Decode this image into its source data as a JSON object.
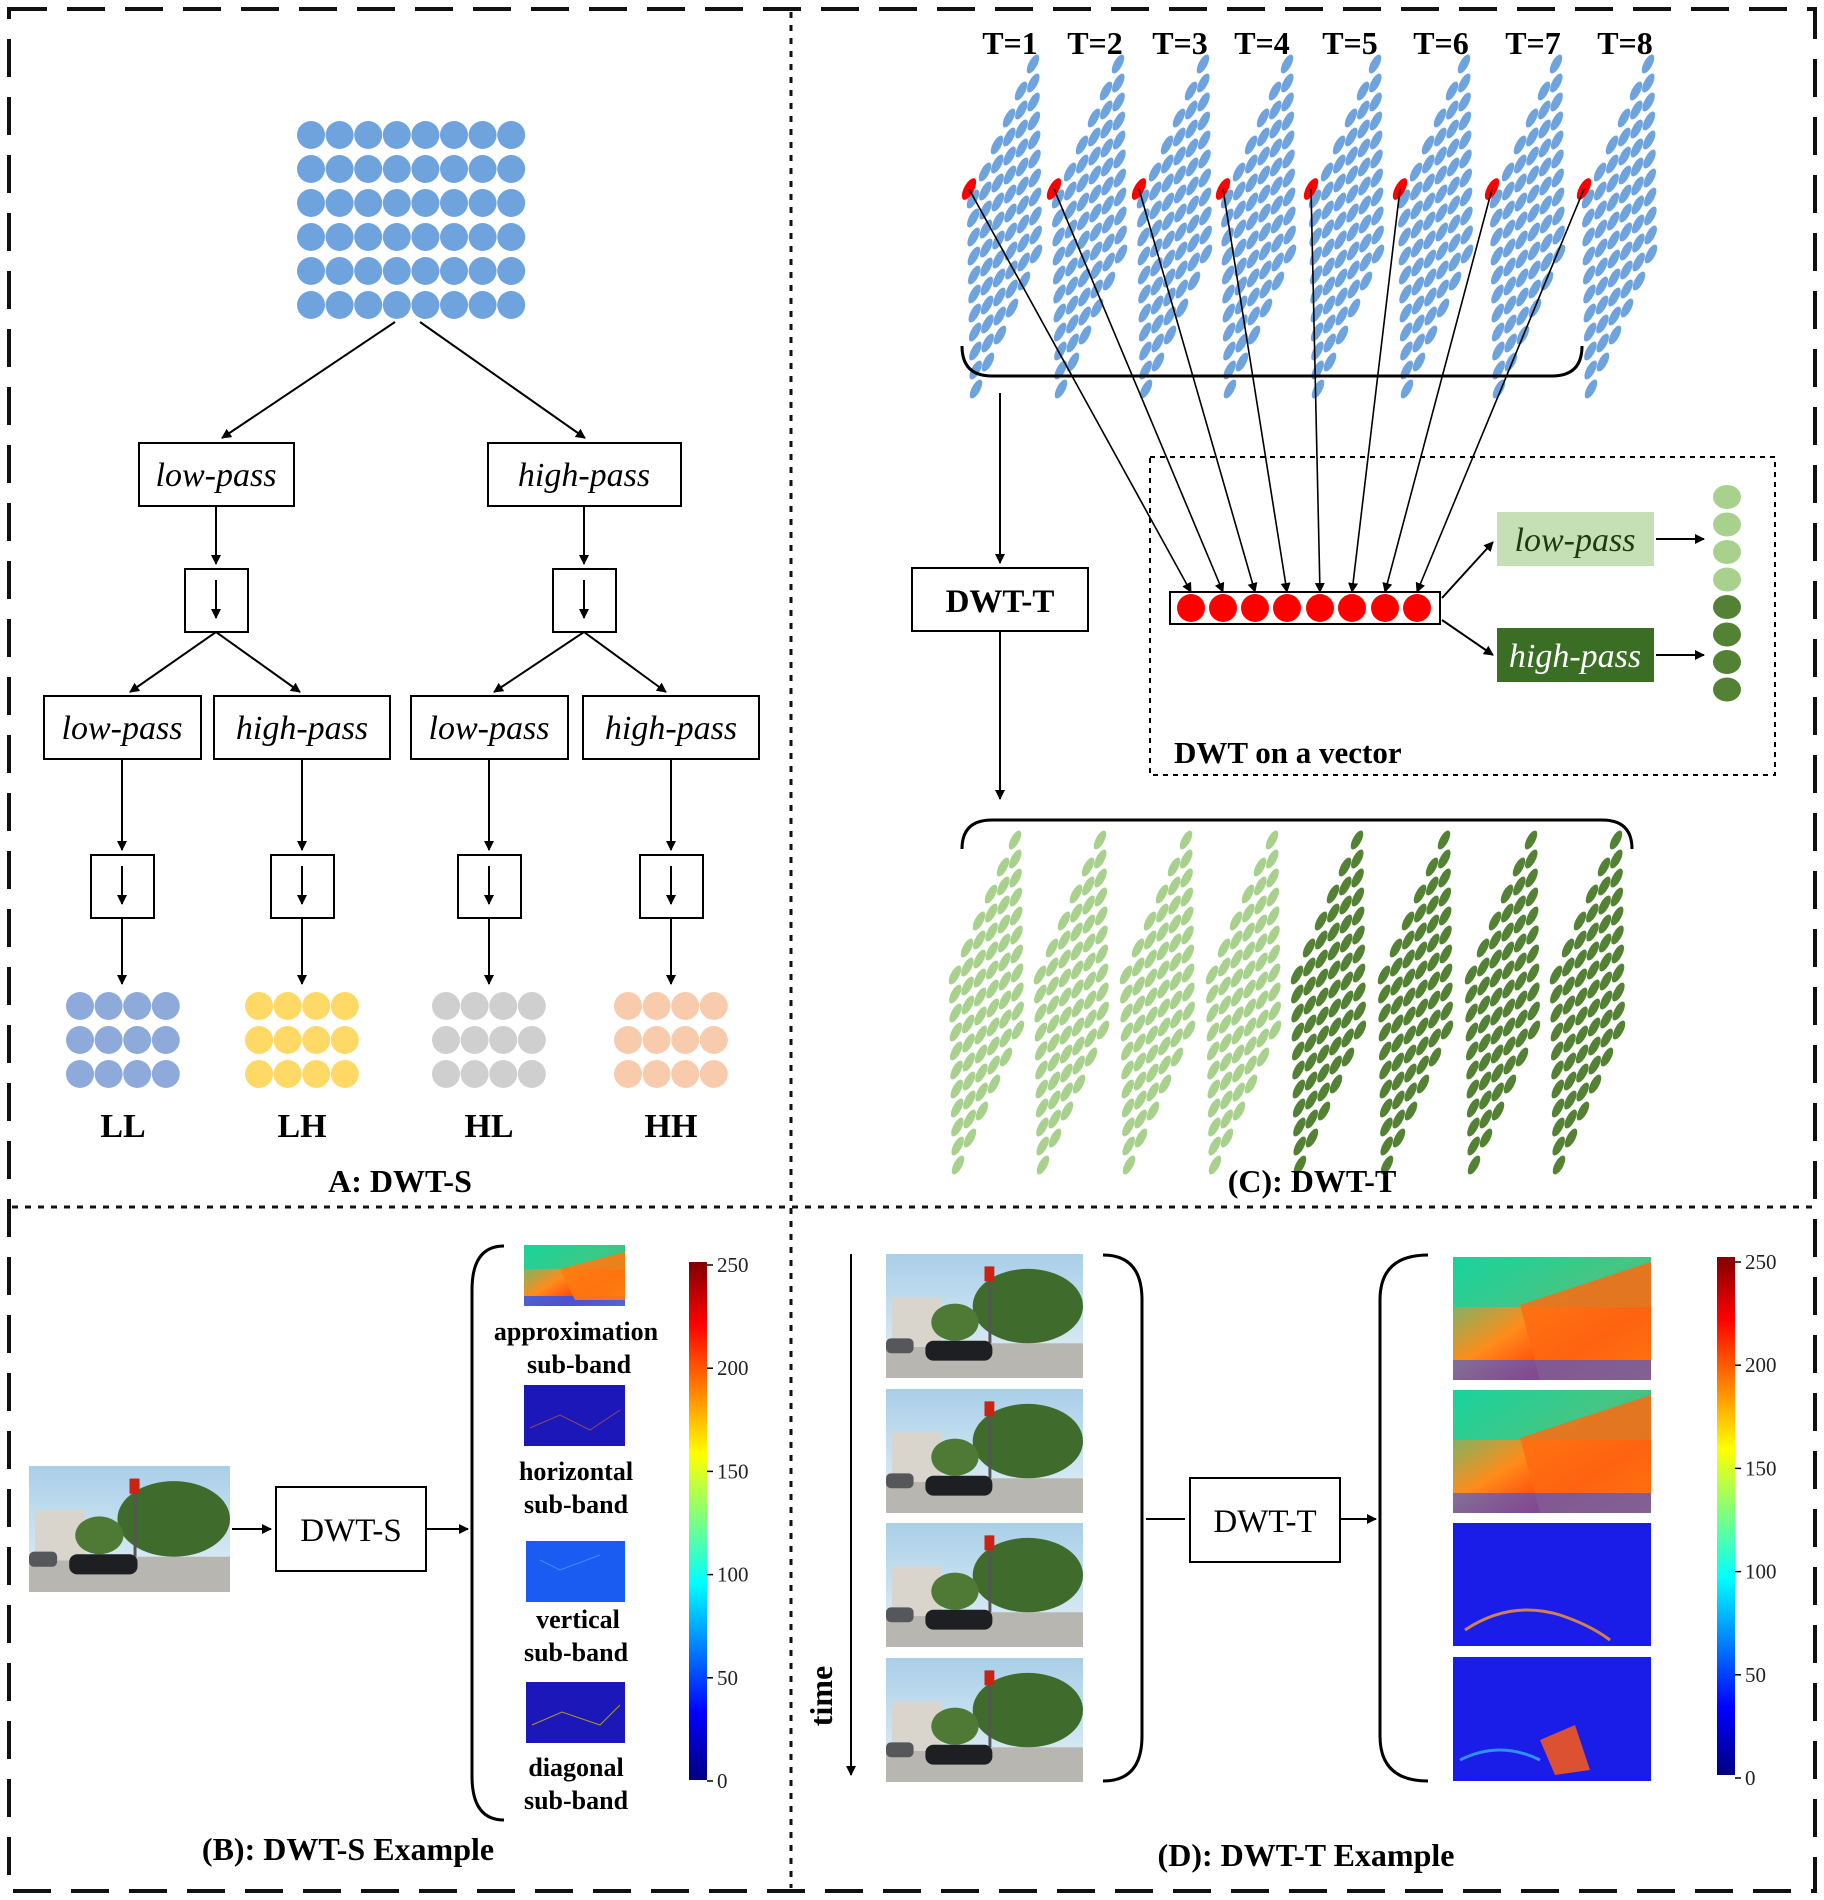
{
  "panels": {
    "a": {
      "caption": "A: DWT-S",
      "low_pass": "low-pass",
      "high_pass": "high-pass",
      "bands": [
        "LL",
        "LH",
        "HL",
        "HH"
      ]
    },
    "b": {
      "caption": "(B): DWT-S Example",
      "block": "DWT-S",
      "subbands": [
        {
          "line1": "approximation",
          "line2": "sub-band"
        },
        {
          "line1": "horizontal",
          "line2": "sub-band"
        },
        {
          "line1": "vertical",
          "line2": "sub-band"
        },
        {
          "line1": "diagonal",
          "line2": "sub-band"
        }
      ],
      "colorbar_ticks": [
        "250",
        "200",
        "150",
        "100",
        "50",
        "0"
      ]
    },
    "c": {
      "caption": "(C): DWT-T",
      "frames": [
        "T=1",
        "T=2",
        "T=3",
        "T=4",
        "T=5",
        "T=6",
        "T=7",
        "T=8"
      ],
      "block": "DWT-T",
      "inset_title": "DWT on a vector",
      "low_pass": "low-pass",
      "high_pass": "high-pass"
    },
    "d": {
      "caption": "(D): DWT-T Example",
      "block": "DWT-T",
      "time_label": "time",
      "colorbar_ticks": [
        "250",
        "200",
        "150",
        "100",
        "50",
        "0"
      ]
    }
  },
  "colors": {
    "blue_dot": "#6fa3de",
    "red_dot": "#ff0000",
    "light_green": "#a9d18e",
    "dark_green": "#548235",
    "ll": "#8eaadb",
    "lh": "#ffd966",
    "hl": "#cfcfcf",
    "hh": "#f8cbad"
  }
}
